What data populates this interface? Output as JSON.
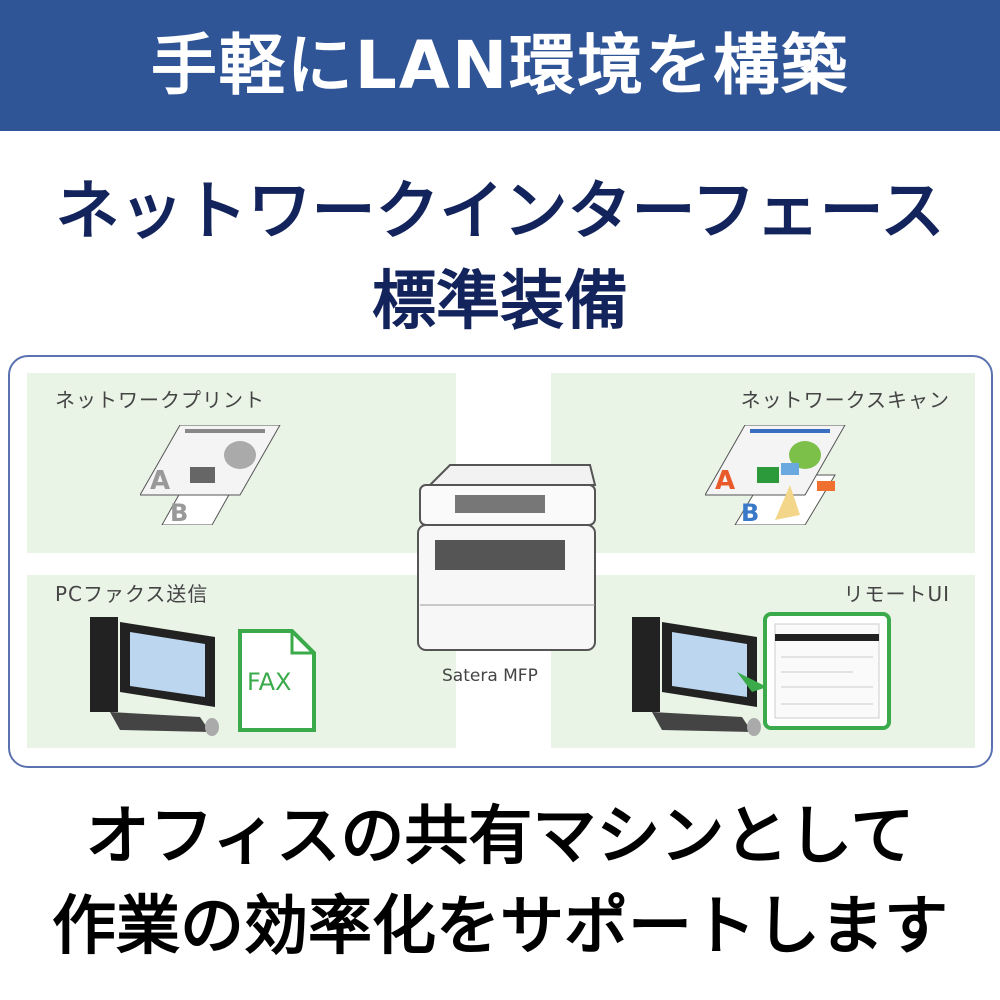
{
  "header": {
    "title": "手軽にLAN環境を構築"
  },
  "headline": {
    "line1": "ネットワークインターフェース",
    "line2": "標準装備"
  },
  "diagram": {
    "center_label": "Satera MFP",
    "panels": [
      {
        "label": "ネットワークプリント"
      },
      {
        "label": "ネットワークスキャン"
      },
      {
        "label": "PCファクス送信",
        "doc_label": "FAX"
      },
      {
        "label": "リモートUI"
      }
    ]
  },
  "footer": {
    "line1": "オフィスの共有マシンとして",
    "line2": "作業の効率化をサポートします"
  },
  "colors": {
    "banner": "#2f5597",
    "headline": "#13245c",
    "panel": "#e9f3e6",
    "accent_green": "#3aaa4a"
  }
}
